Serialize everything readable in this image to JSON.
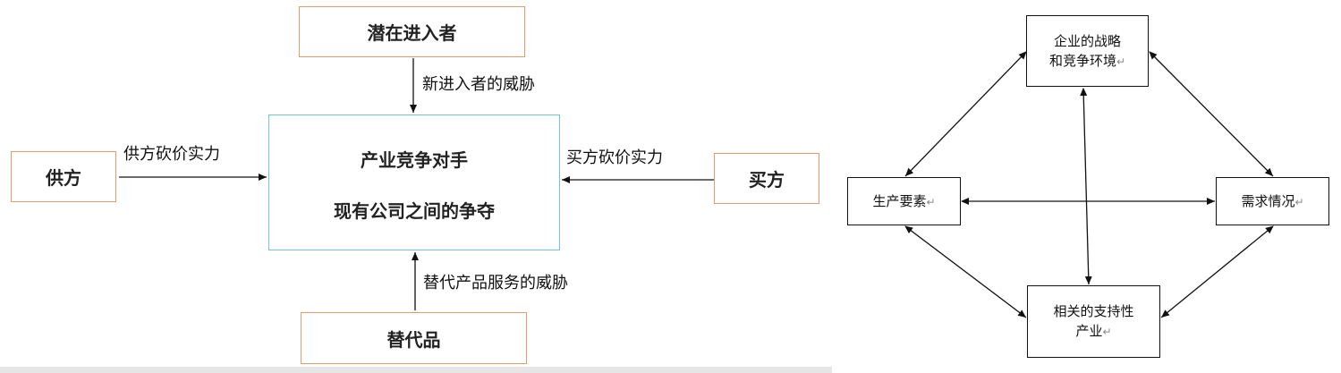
{
  "left_diagram": {
    "potential_entrants": "潜在进入者",
    "suppliers": "供方",
    "buyers": "买方",
    "substitutes": "替代品",
    "center_line1": "产业竞争对手",
    "center_line2": "现有公司之间的争夺",
    "new_entrant_threat": "新进入者的威胁",
    "supplier_power": "供方砍价实力",
    "buyer_power": "买方砍价实力",
    "substitute_threat": "替代产品服务的威胁",
    "colors": {
      "box_border": "#e89a6a",
      "center_border": "#6ec6dc",
      "center_arrow": "#d4136e"
    }
  },
  "right_diagram": {
    "top_line1": "企业的战略",
    "top_line2": "和竞争环境",
    "left": "生产要素",
    "right": "需求情况",
    "bottom_line1": "相关的支持性",
    "bottom_line2": "产业",
    "return_mark": "↵"
  }
}
